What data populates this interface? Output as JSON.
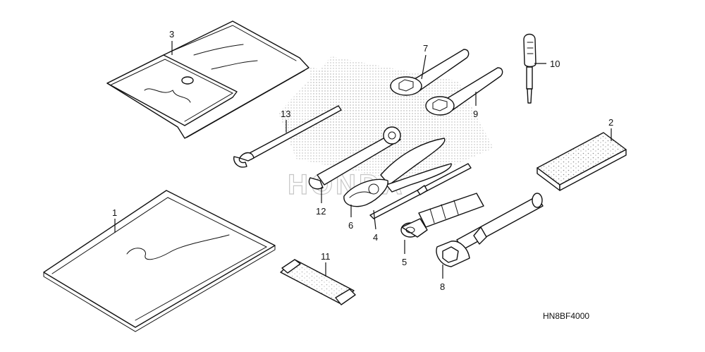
{
  "diagram": {
    "drawing_code": "HN8BF4000",
    "watermark_text": "HONDA",
    "callouts": [
      "1",
      "2",
      "3",
      "4",
      "5",
      "6",
      "7",
      "8",
      "9",
      "10",
      "11",
      "12",
      "13"
    ]
  }
}
